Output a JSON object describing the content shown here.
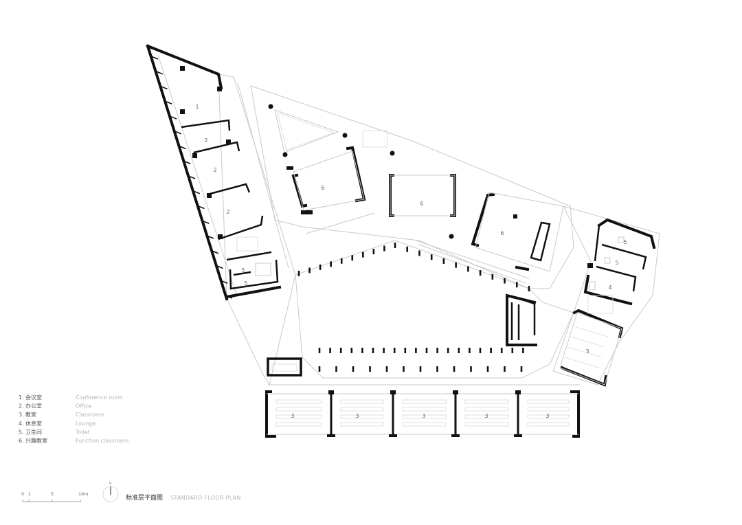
{
  "plan": {
    "title_cn": "标准层平面图",
    "title_en": "STANDARD FLOOR PLAN",
    "north_label": "N",
    "rooms": {
      "r1": "1",
      "r2a": "2",
      "r2b": "2",
      "r2c": "2",
      "r5a": "5",
      "r5b": "5",
      "r5c": "5",
      "r5d": "5",
      "r6a": "6",
      "r6b": "6",
      "r6c": "6",
      "r4": "4",
      "r3e": "3",
      "r3_1": "3",
      "r3_2": "3",
      "r3_3": "3",
      "r3_4": "3",
      "r3_5": "3"
    }
  },
  "legend": [
    {
      "num": "1.",
      "cn": "会议室",
      "en": "Conference room"
    },
    {
      "num": "2.",
      "cn": "办公室",
      "en": "Office"
    },
    {
      "num": "3.",
      "cn": "教室",
      "en": "Classroom"
    },
    {
      "num": "4.",
      "cn": "休息室",
      "en": "Lounge"
    },
    {
      "num": "5.",
      "cn": "卫生间",
      "en": "Toilet"
    },
    {
      "num": "6.",
      "cn": "兴趣教室",
      "en": "Function classroom"
    }
  ],
  "scale_bar": {
    "t0": "0",
    "t1": "1",
    "t5": "5",
    "t10": "10m"
  }
}
